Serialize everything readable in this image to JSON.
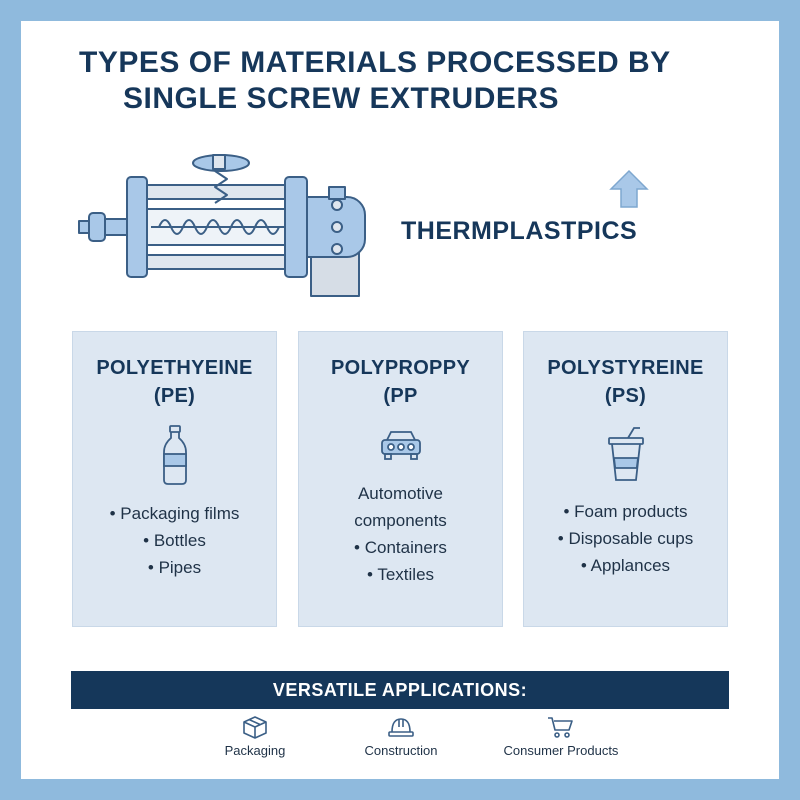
{
  "title": {
    "line1": "TYPES OF MATERIALS PROCESSED BY",
    "line2": "SINGLE SCREW EXTRUDERS"
  },
  "category": "THERMPLASTPICS",
  "colors": {
    "frame": "#8fbadd",
    "navy": "#15375a",
    "panel": "#dde7f2",
    "machine": "#a9c8e8"
  },
  "materials": [
    {
      "name_line1": "POLYETHYEINE",
      "name_line2": "(PE)",
      "icon": "bottle-icon",
      "uses": [
        "• Packaging films",
        "• Bottles",
        "• Pipes"
      ]
    },
    {
      "name_line1": "POLYPROPPY",
      "name_line2": "(PP",
      "icon": "car-icon",
      "uses": [
        "Automotive",
        "components",
        "• Containers",
        "• Textiles"
      ]
    },
    {
      "name_line1": "POLYSTYREINE",
      "name_line2": "(PS)",
      "icon": "cup-icon",
      "uses": [
        "• Foam products",
        "• Disposable cups",
        "• Applances"
      ]
    }
  ],
  "banner": "VERSATILE APPLICATIONS:",
  "applications": [
    {
      "label": "Packaging",
      "icon": "package-icon"
    },
    {
      "label": "Construction",
      "icon": "hard-hat-icon"
    },
    {
      "label": "Consumer Products",
      "icon": "shopping-cart-icon"
    }
  ]
}
